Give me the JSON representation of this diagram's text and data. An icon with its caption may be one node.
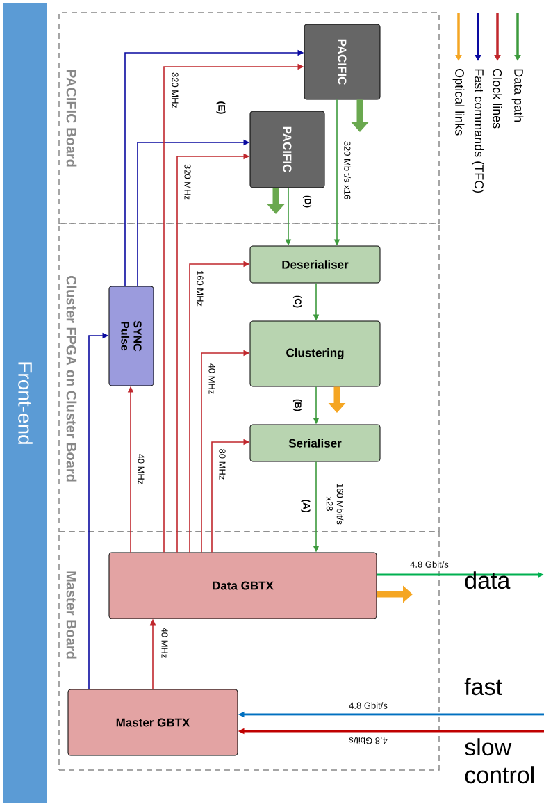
{
  "diagram": {
    "nodes": [
      {
        "text": [
          "Front-end"
        ]
      },
      {
        "text": [
          "PACIFIC Board"
        ]
      },
      {
        "text": [
          "Cluster FPGA on Cluster Board"
        ]
      },
      {
        "text": [
          "Master Board"
        ]
      },
      {
        "text": [
          "PACIFIC"
        ],
        "in": 1
      },
      {
        "text": [
          "PACIFIC"
        ],
        "in": 1
      },
      {
        "text": [
          "SYNC Pulse"
        ],
        "in": 2
      },
      {
        "text": [
          "Deserialiser"
        ],
        "in": 2
      },
      {
        "text": [
          "Clustering"
        ],
        "in": 2
      },
      {
        "text": [
          "Serialiser"
        ],
        "in": 2
      },
      {
        "text": [
          "Data GBTX"
        ],
        "in": 3
      },
      {
        "text": [
          "Master GBTX"
        ],
        "in": 3
      }
    ],
    "edges": [
      {
        "from": 11,
        "to": 6,
        "arrow": "to",
        "color": "#0a0aa0"
      },
      {
        "from": 6,
        "to": 4,
        "arrow": "to",
        "color": "#0a0aa0"
      },
      {
        "from": 6,
        "to": 5,
        "arrow": "to",
        "color": "#0a0aa0"
      },
      {
        "from": 10,
        "to": 4,
        "arrow": "to",
        "label": "320 MHz",
        "color": "#c0272d"
      },
      {
        "from": 10,
        "to": 5,
        "arrow": "to",
        "label": "320 MHz",
        "color": "#c0272d"
      },
      {
        "from": 10,
        "to": 7,
        "arrow": "to",
        "label": "160 MHz",
        "color": "#c0272d"
      },
      {
        "from": 10,
        "to": 8,
        "arrow": "to",
        "label": "40 MHz",
        "color": "#c0272d"
      },
      {
        "from": 10,
        "to": 9,
        "arrow": "to",
        "label": "80 MHz",
        "color": "#c0272d"
      },
      {
        "from": 10,
        "to": 6,
        "arrow": "to",
        "label": "40 MHz",
        "color": "#c0272d"
      },
      {
        "from": 11,
        "to": 10,
        "arrow": "to",
        "label": "40 MHz",
        "color": "#c0272d"
      },
      {
        "from": 4,
        "to": 7,
        "arrow": "to",
        "label": "320 Mbit/s x16",
        "color": "#3d9a3d"
      },
      {
        "from": 5,
        "to": 7,
        "arrow": "to",
        "label": "(D)",
        "color": "#3d9a3d"
      },
      {
        "from": 7,
        "to": 8,
        "arrow": "to",
        "label": "(C)",
        "color": "#3d9a3d"
      },
      {
        "from": 8,
        "to": 9,
        "arrow": "to",
        "label": "(B)",
        "color": "#3d9a3d"
      },
      {
        "from": 9,
        "to": 10,
        "arrow": "to",
        "label": "160 Mbit/s x28",
        "color": "#3d9a3d"
      },
      {
        "from": 10,
        "to": null,
        "arrow": "to",
        "label": "4.8 Gbit/s",
        "color": "#00b050"
      },
      {
        "from": null,
        "to": 11,
        "arrow": "to",
        "label": "4.8 Gbit/s",
        "color": "#0070c0"
      },
      {
        "from": null,
        "to": 11,
        "arrow": "to",
        "label": "4.8 Gbit/s",
        "color": "#c00000"
      },
      {
        "from": 4,
        "to": null,
        "arrow": "to",
        "style": "thick",
        "color": "#6aa84f"
      },
      {
        "from": 5,
        "to": null,
        "arrow": "to",
        "style": "thick",
        "color": "#6aa84f"
      },
      {
        "from": 8,
        "to": null,
        "arrow": "to",
        "style": "thick",
        "color": "#f5a623"
      },
      {
        "from": 10,
        "to": null,
        "arrow": "to",
        "style": "thick",
        "color": "#f5a623"
      }
    ],
    "labels": [
      "(E)",
      "(A)",
      "data",
      "fast",
      "slow control"
    ],
    "legend": [
      {
        "text": "Data path",
        "color": "#3d9a3d"
      },
      {
        "text": "Clock lines",
        "color": "#c0272d"
      },
      {
        "text": "Fast commands (TFC)",
        "color": "#0a0aa0"
      },
      {
        "text": "Optical links",
        "color": "#f5a623"
      }
    ]
  }
}
